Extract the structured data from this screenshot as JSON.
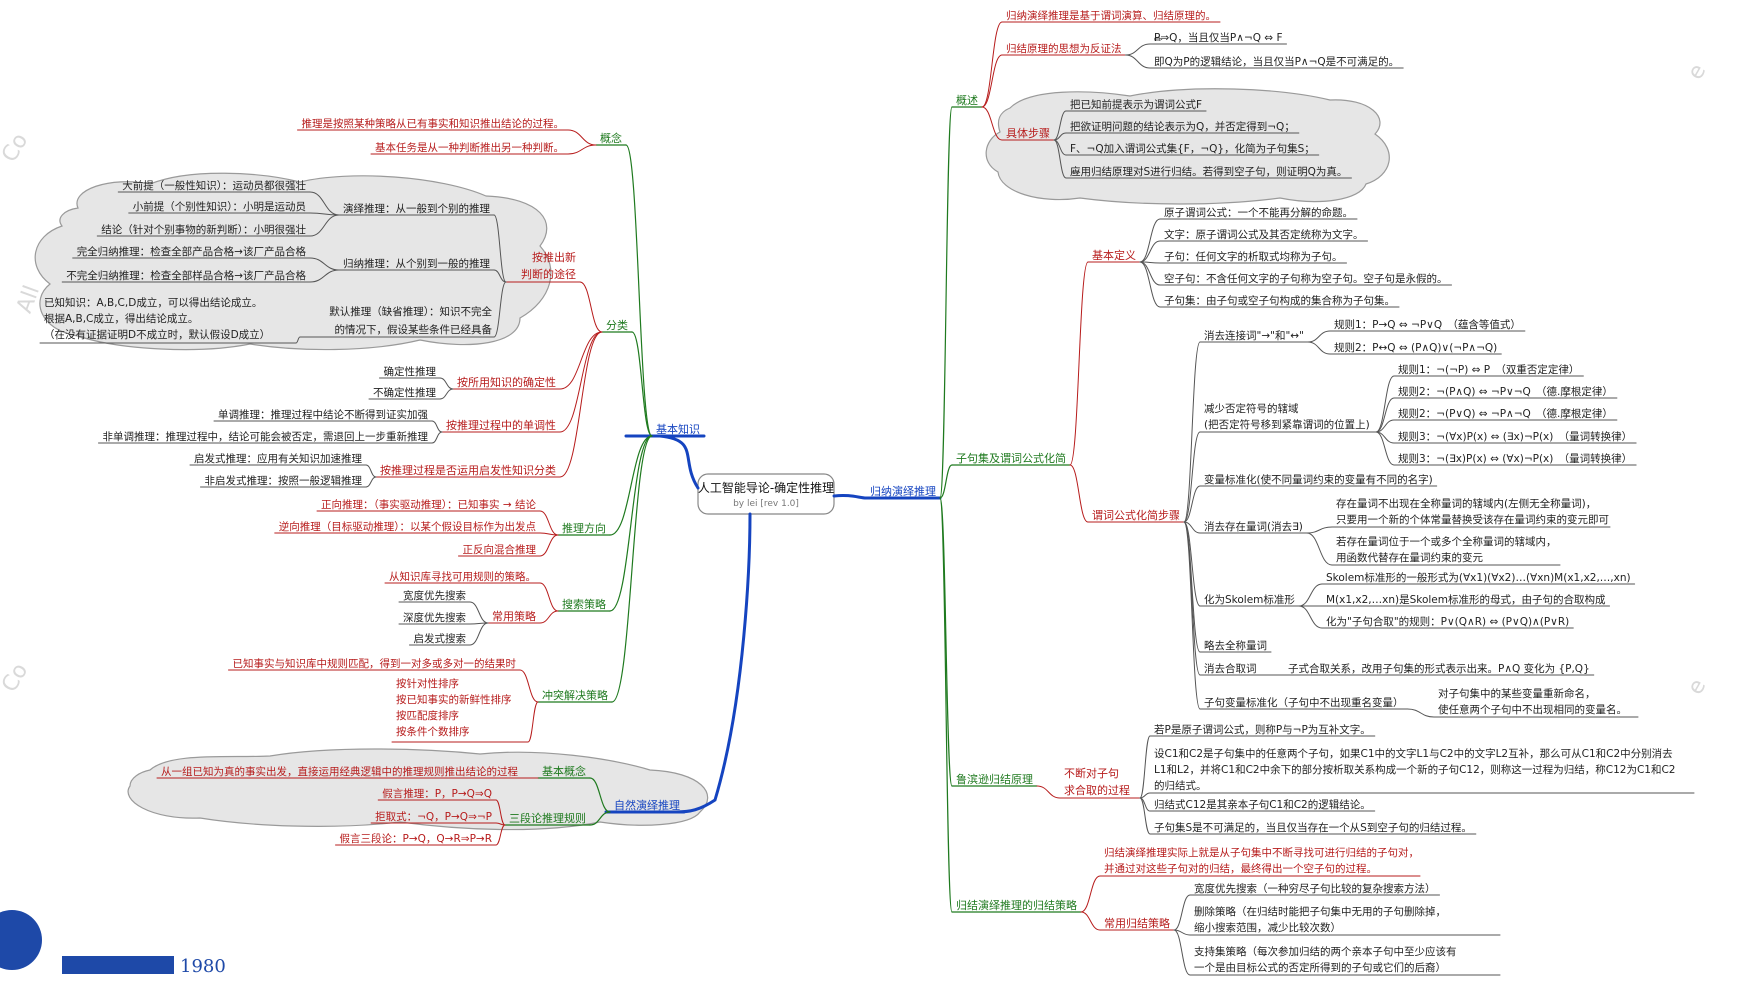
{
  "root": {
    "title": "人工智能导论-确定性推理",
    "subtitle": "by lei [rev 1.0]"
  },
  "branches": {
    "basic": "基本知识",
    "natural": "自然演绎推理",
    "resolution": "归纳演绎推理"
  },
  "basic": {
    "concept": "概念",
    "concept_leaves": [
      "推理是按照某种策略从已有事实和知识推出结论的过程。",
      "基本任务是从一种判断推出另一种判断。"
    ],
    "classify": "分类",
    "path_title": [
      "按推出新",
      "判断的途径"
    ],
    "deduction": "演绎推理：从一般到个别的推理",
    "deduction_leaves": [
      "大前提（一般性知识）：运动员都很强壮",
      "小前提（个别性知识）：小明是运动员",
      "结论（针对个别事物的新判断）：小明很强壮"
    ],
    "induction": "归纳推理：从个别到一般的推理",
    "induction_leaves": [
      "完全归纳推理：检查全部产品合格→该厂产品合格",
      "不完全归纳推理：检查全部样品合格→该厂产品合格"
    ],
    "default_reason": [
      "默认推理（缺省推理）：知识不完全",
      "的情况下，假设某些条件已经具备"
    ],
    "default_example": [
      "已知知识：A,B,C,D成立，可以得出结论成立。",
      "根据A,B,C成立，得出结论成立。",
      "（在没有证据证明D不成立时，默认假设D成立）"
    ],
    "certainty": "按所用知识的确定性",
    "certainty_leaves": [
      "确定性推理",
      "不确定性推理"
    ],
    "monotone": "按推理过程中的单调性",
    "monotone_leaves": [
      "单调推理：推理过程中结论不断得到证实加强",
      "非单调推理：推理过程中，结论可能会被否定，需退回上一步重新推理"
    ],
    "heuristic": "按推理过程是否运用启发性知识分类",
    "heuristic_leaves": [
      "启发式推理：应用有关知识加速推理",
      "非启发式推理：按照一般逻辑推理"
    ],
    "direction": "推理方向",
    "direction_leaves": [
      "正向推理：（事实驱动推理）：已知事实 → 结论",
      "逆向推理（目标驱动推理）：以某个假设目标作为出发点",
      "正反向混合推理"
    ],
    "search": "搜索策略",
    "search_leaf": "从知识库寻找可用规则的策略。",
    "common": "常用策略",
    "common_leaves": [
      "宽度优先搜索",
      "深度优先搜索",
      "启发式搜索"
    ],
    "conflict": "冲突解决策略",
    "conflict_leaf": "已知事实与知识库中规则匹配，得到一对多或多对一的结果时",
    "conflict_leaves": [
      "按针对性排序",
      "按已知事实的新鲜性排序",
      "按匹配度排序",
      "按条件个数排序"
    ]
  },
  "natural": {
    "concept": "基本概念",
    "concept_leaf": "从一组已知为真的事实出发，直接运用经典逻辑中的推理规则推出结论的过程",
    "syllogism": "三段论推理规则",
    "rules": [
      "假言推理：P，P→Q⇒Q",
      "拒取式：¬Q，P→Q⇒¬P",
      "假言三段论：P→Q，Q→R⇒P→R"
    ]
  },
  "overview": {
    "title": "概述",
    "leaf1": "归纳演绎推理是基于谓词演算、归结原理的。",
    "refute": "归结原理的思想为反证法",
    "refute_leaves": [
      "P⇒Q，当且仅当P∧¬Q ⇔ F",
      "即Q为P的逻辑结论，当且仅当P∧¬Q是不可满足的。"
    ],
    "steps": "具体步骤",
    "step_leaves": [
      "把已知前提表示为谓词公式F",
      "把欲证明问题的结论表示为Q，并否定得到¬Q；",
      "F、¬Q加入谓词公式集{F，¬Q}，化简为子句集S；",
      "应用归结原理对S进行归结。若得到空子句，则证明Q为真。"
    ]
  },
  "clause": {
    "title": "子句集及谓词公式化简",
    "defs": "基本定义",
    "def_leaves": [
      "原子谓词公式：一个不能再分解的命题。",
      "文字：原子谓词公式及其否定统称为文字。",
      "子句：任何文字的析取式均称为子句。",
      "空子句：不含任何文字的子句称为空子句。空子句是永假的。",
      "子句集：由子句或空子句构成的集合称为子句集。"
    ],
    "simp": "谓词公式化简步骤",
    "elim": "消去连接词\"→\"和\"↔\"",
    "elim_leaves": [
      "规则1：P→Q ⇔ ¬P∨Q　（蕴含等值式）",
      "规则2：P↔Q ⇔ (P∧Q)∨(¬P∧¬Q)"
    ],
    "neg": [
      "减少否定符号的辖域",
      "(把否定符号移到紧靠谓词的位置上)"
    ],
    "neg_leaves": [
      "规则1：¬(¬P) ⇔ P　（双重否定定律）",
      "规则2：¬(P∧Q) ⇔ ¬P∨¬Q　（德.摩根定律）",
      "规则2：¬(P∨Q) ⇔ ¬P∧¬Q　（德.摩根定律）",
      "规则3：¬(∀x)P(x) ⇔ (∃x)¬P(x)　（量词转换律）",
      "规则3：¬(∃x)P(x) ⇔ (∀x)¬P(x)　（量词转换律）"
    ],
    "rename": "变量标准化(使不同量词约束的变量有不同的名字)",
    "exist": "消去存在量词(消去∃)",
    "exist_leaves": [
      [
        "存在量词不出现在全称量词的辖域内(左侧无全称量词)，",
        "只要用一个新的个体常量替换受该存在量词约束的变元即可"
      ],
      [
        "若存在量词位于一个或多个全称量词的辖域内，",
        "用函数代替存在量词约束的变元"
      ]
    ],
    "skolem": "化为Skolem标准形",
    "skolem_leaves": [
      "Skolem标准形的一般形式为(∀x1)(∀x2)…(∀xn)M(x1,x2,…,xn)",
      "M(x1,x2,…xn)是Skolem标准形的母式，由子句的合取构成",
      "化为\"子句合取\"的规则：P∨(Q∧R) ⇔ (P∨Q)∧(P∨R)"
    ],
    "drop": "略去全称量词",
    "conj": "消去合取词",
    "conj_leaf": "子式合取关系，改用子句集的形式表示出来。P∧Q 变化为 {P,Q}",
    "std": "子句变量标准化（子句中不出现重名变量）",
    "std_leaves": [
      "对子句集中的某些变量重新命名，",
      "使任意两个子句中不出现相同的变量名。"
    ]
  },
  "robinson": {
    "title": "鲁滨逊归结原理",
    "sub": [
      "不断对子句",
      "求合取的过程"
    ],
    "leaf1": "若P是原子谓词公式，则称P与¬P为互补文字。",
    "leaf2": [
      "设C1和C2是子句集中的任意两个子句，如果C1中的文字L1与C2中的文字L2互补，那么可从C1和C2中分别消去",
      "L1和L2，并将C1和C2中余下的部分按析取关系构成一个新的子句C12，则称这一过程为归结，称C12为C1和C2",
      "的归结式。"
    ],
    "leaf3": "归结式C12是其亲本子句C1和C2的逻辑结论。",
    "leaf4": "子句集S是不可满足的，当且仅当存在一个从S到空子句的归结过程。"
  },
  "strategy": {
    "title": "归结演绎推理的归结策略",
    "intro": [
      "归结演绎推理实际上就是从子句集中不断寻找可进行归结的子句对，",
      "并通过对这些子句对的归结，最终得出一个空子句的过程。"
    ],
    "common": "常用归结策略",
    "leaves": [
      [
        "宽度优先搜索（一种穷尽子句比较的复杂搜索方法）"
      ],
      [
        "删除策略（在归结时能把子句集中无用的子句删除掉，",
        "缩小搜索范围，减少比较次数）"
      ],
      [
        "支持集策略（每次参加归结的两个亲本子句中至少应该有",
        "一个是由目标公式的否定所得到的子句或它们的后裔）"
      ]
    ]
  },
  "watermark": {
    "seal": "1980"
  },
  "colors": {
    "red": "#b71c1c",
    "green": "#1f7a1f",
    "blue": "#1544c0",
    "cloud": "#e6e6e6"
  },
  "icons": [
    "pencil-icon",
    "pencil-icon"
  ]
}
